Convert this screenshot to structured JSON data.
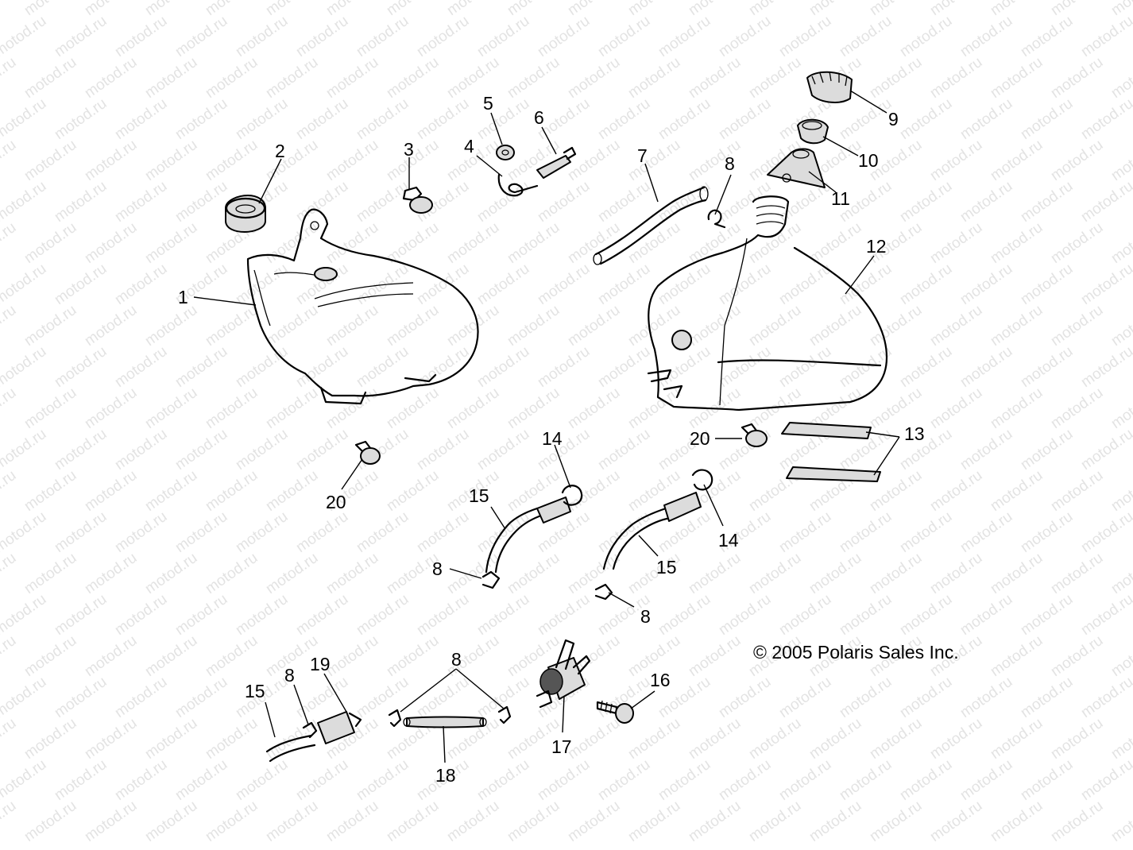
{
  "watermark": "motod.ru",
  "copyright": "© 2005 Polaris Sales Inc.",
  "callouts": {
    "c1": "1",
    "c2": "2",
    "c3": "3",
    "c4": "4",
    "c5": "5",
    "c6": "6",
    "c7": "7",
    "c8a": "8",
    "c9": "9",
    "c10": "10",
    "c11": "11",
    "c12": "12",
    "c13": "13",
    "c14a": "14",
    "c15a": "15",
    "c20a": "20",
    "c20b": "20",
    "c8b": "8",
    "c14b": "14",
    "c15b": "15",
    "c8c": "8",
    "c8d": "8",
    "c15c": "15",
    "c8e": "8",
    "c19": "19",
    "c18": "18",
    "c17": "17",
    "c16": "16"
  }
}
